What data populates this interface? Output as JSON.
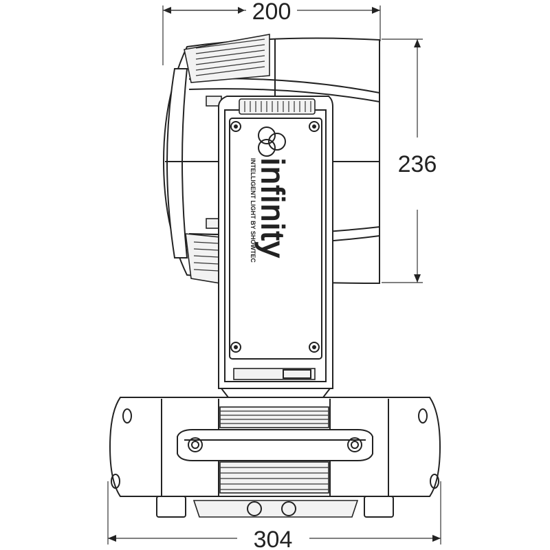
{
  "dimensions": {
    "width_top": "200",
    "height_right": "236",
    "width_bottom": "304"
  },
  "logo": {
    "brand": "infinity",
    "tagline": "INTELLIGENT LIGHT BY SHOWTEC"
  },
  "colors": {
    "line": "#222222",
    "background": "#ffffff"
  }
}
